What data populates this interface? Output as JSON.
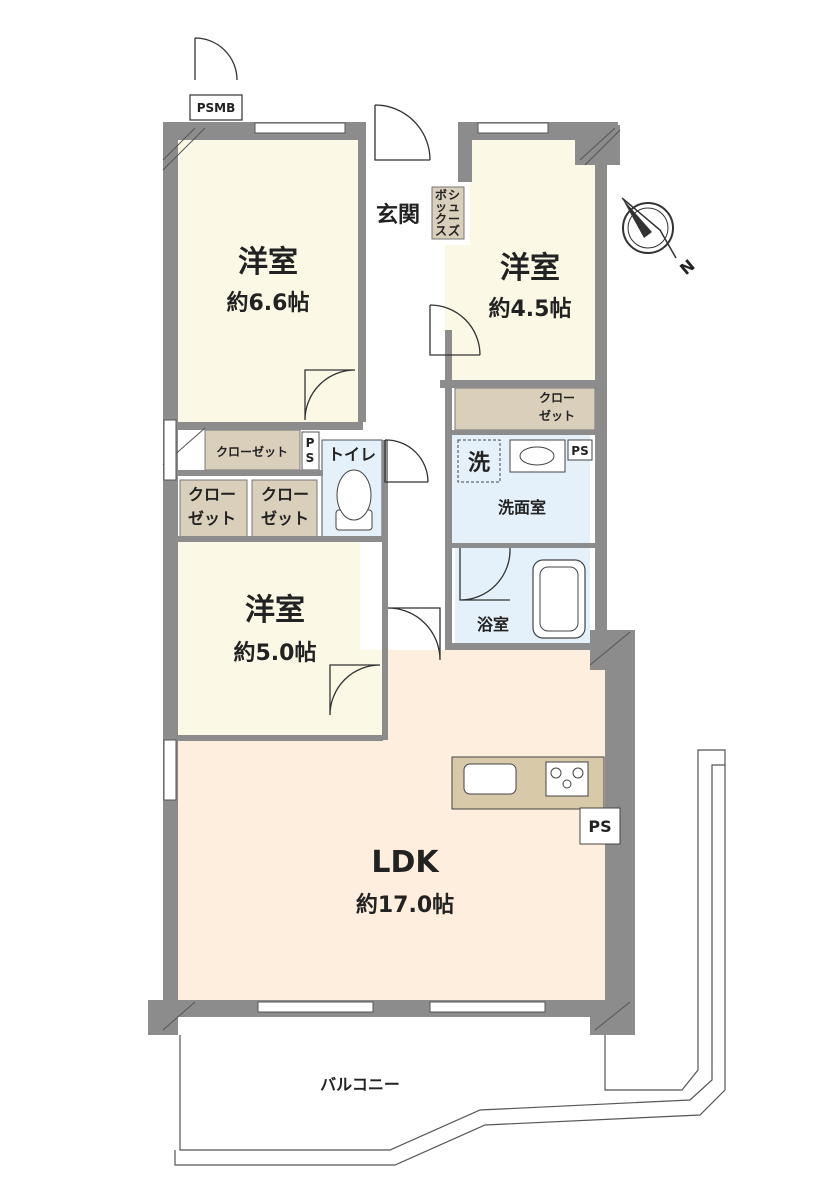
{
  "rooms": {
    "western1": {
      "name": "洋室",
      "size": "約6.6帖"
    },
    "western2": {
      "name": "洋室",
      "size": "約4.5帖"
    },
    "western3": {
      "name": "洋室",
      "size": "約5.0帖"
    },
    "ldk": {
      "name": "LDK",
      "size": "約17.0帖"
    },
    "entrance": "玄関",
    "shoe_box": [
      "シ",
      "ュ",
      "ー",
      "ズ",
      "ボ",
      "ッ",
      "ク",
      "ス"
    ],
    "toilet": "トイレ",
    "washroom": "洗面室",
    "washer": "洗",
    "bathroom": "浴室",
    "closet_w1": "クローゼット",
    "closet_w2": [
      "クロー",
      "ゼット"
    ],
    "closet_w3a": [
      "クロー",
      "ゼット"
    ],
    "closet_w3b": [
      "クロー",
      "ゼット"
    ],
    "ps_small_left": [
      "P",
      "S"
    ],
    "ps_wash": "PS",
    "ps_kitchen": "PS",
    "psmb": "PSMB",
    "balcony": "バルコニー"
  },
  "compass": {
    "label": "N"
  },
  "colors": {
    "western": "#fbf8e6",
    "ldk": "#fdeedd",
    "closet": "#d9cfbb",
    "wet": "#e4f1fa",
    "wall": "#8c8c8c",
    "counter": "#d8c9a8"
  }
}
